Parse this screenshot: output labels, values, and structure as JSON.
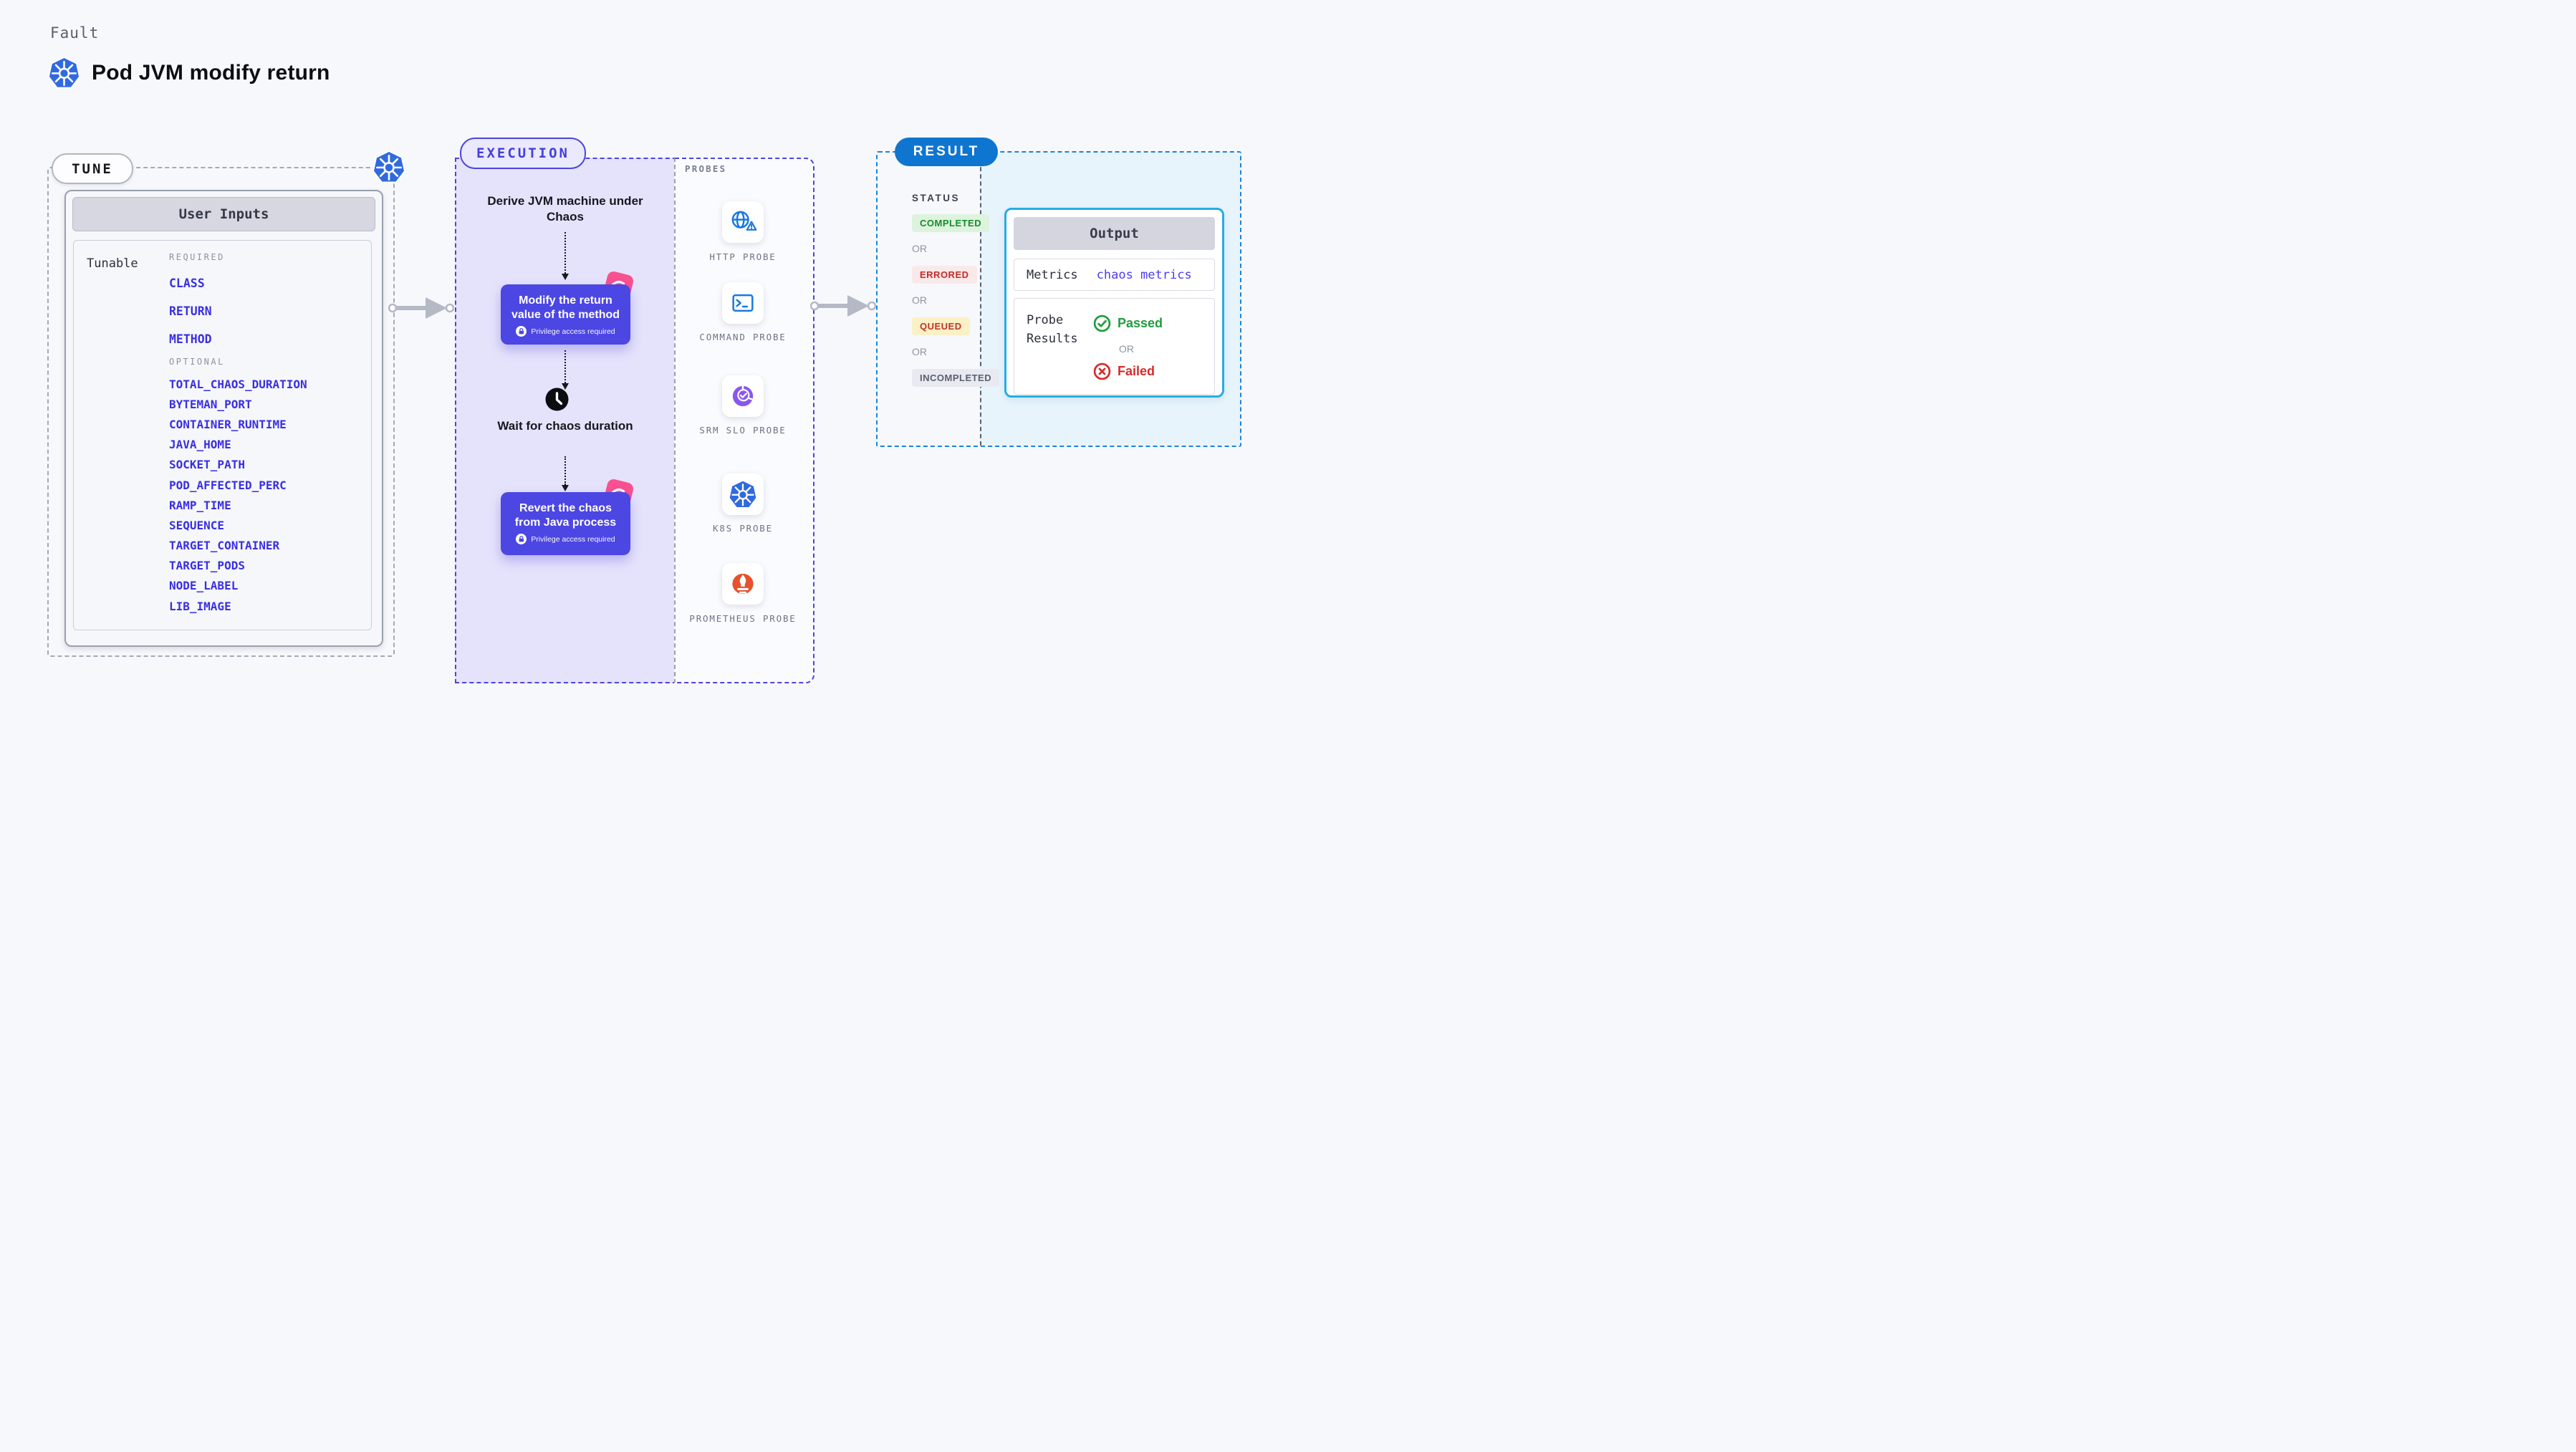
{
  "page": {
    "kicker": "Fault",
    "title": "Pod JVM modify return"
  },
  "tune": {
    "label": "TUNE",
    "card_title": "User Inputs",
    "row_label": "Tunable",
    "required_label": "REQUIRED",
    "optional_label": "OPTIONAL",
    "required_items": [
      "CLASS",
      "RETURN",
      "METHOD"
    ],
    "optional_items": [
      "TOTAL_CHAOS_DURATION",
      "BYTEMAN_PORT",
      "CONTAINER_RUNTIME",
      "JAVA_HOME",
      "SOCKET_PATH",
      "POD_AFFECTED_PERC",
      "RAMP_TIME",
      "SEQUENCE",
      "TARGET_CONTAINER",
      "TARGET_PODS",
      "NODE_LABEL",
      "LIB_IMAGE"
    ]
  },
  "execution": {
    "label": "EXECUTION",
    "derive_text": "Derive JVM machine under Chaos",
    "step1": {
      "title": "Modify the return value of the method",
      "badge": "Privilege access required"
    },
    "wait_text": "Wait for chaos duration",
    "step2": {
      "title": "Revert the chaos from Java process",
      "badge": "Privilege access required"
    }
  },
  "probes": {
    "label": "PROBES",
    "items": [
      {
        "label": "HTTP PROBE",
        "icon": "http-probe-icon"
      },
      {
        "label": "COMMAND PROBE",
        "icon": "command-probe-icon"
      },
      {
        "label": "SRM SLO PROBE",
        "icon": "srm-slo-probe-icon"
      },
      {
        "label": "K8S PROBE",
        "icon": "k8s-probe-icon"
      },
      {
        "label": "PROMETHEUS PROBE",
        "icon": "prometheus-probe-icon"
      }
    ]
  },
  "result": {
    "label": "RESULT",
    "status_label": "STATUS",
    "or_label": "OR",
    "statuses": [
      "COMPLETED",
      "ERRORED",
      "QUEUED",
      "INCOMPLETED"
    ],
    "output": {
      "title": "Output",
      "metrics_label": "Metrics",
      "metrics_value": "chaos metrics",
      "probe_results_label": "Probe Results",
      "passed_label": "Passed",
      "failed_label": "Failed"
    }
  },
  "colors": {
    "indigo_step": "#4c46e3",
    "lavender_panel": "#e5e3fb",
    "result_blue": "#0e76d0",
    "result_panel": "#e8f4fc",
    "output_border": "#27ace2",
    "completed_green": "#178a2c",
    "errored_red": "#c22a2a",
    "queued_amber_bg": "#fcf0c6",
    "passed_green": "#1f9e3d",
    "failed_red": "#d62b2b",
    "link_blue": "#3a2fe2",
    "k8s_blue": "#306ae0",
    "pink_badge": "#f9518f",
    "prometheus_orange": "#e6522c",
    "srm_purple": "#8a55f2",
    "http_blue": "#1879e0"
  }
}
